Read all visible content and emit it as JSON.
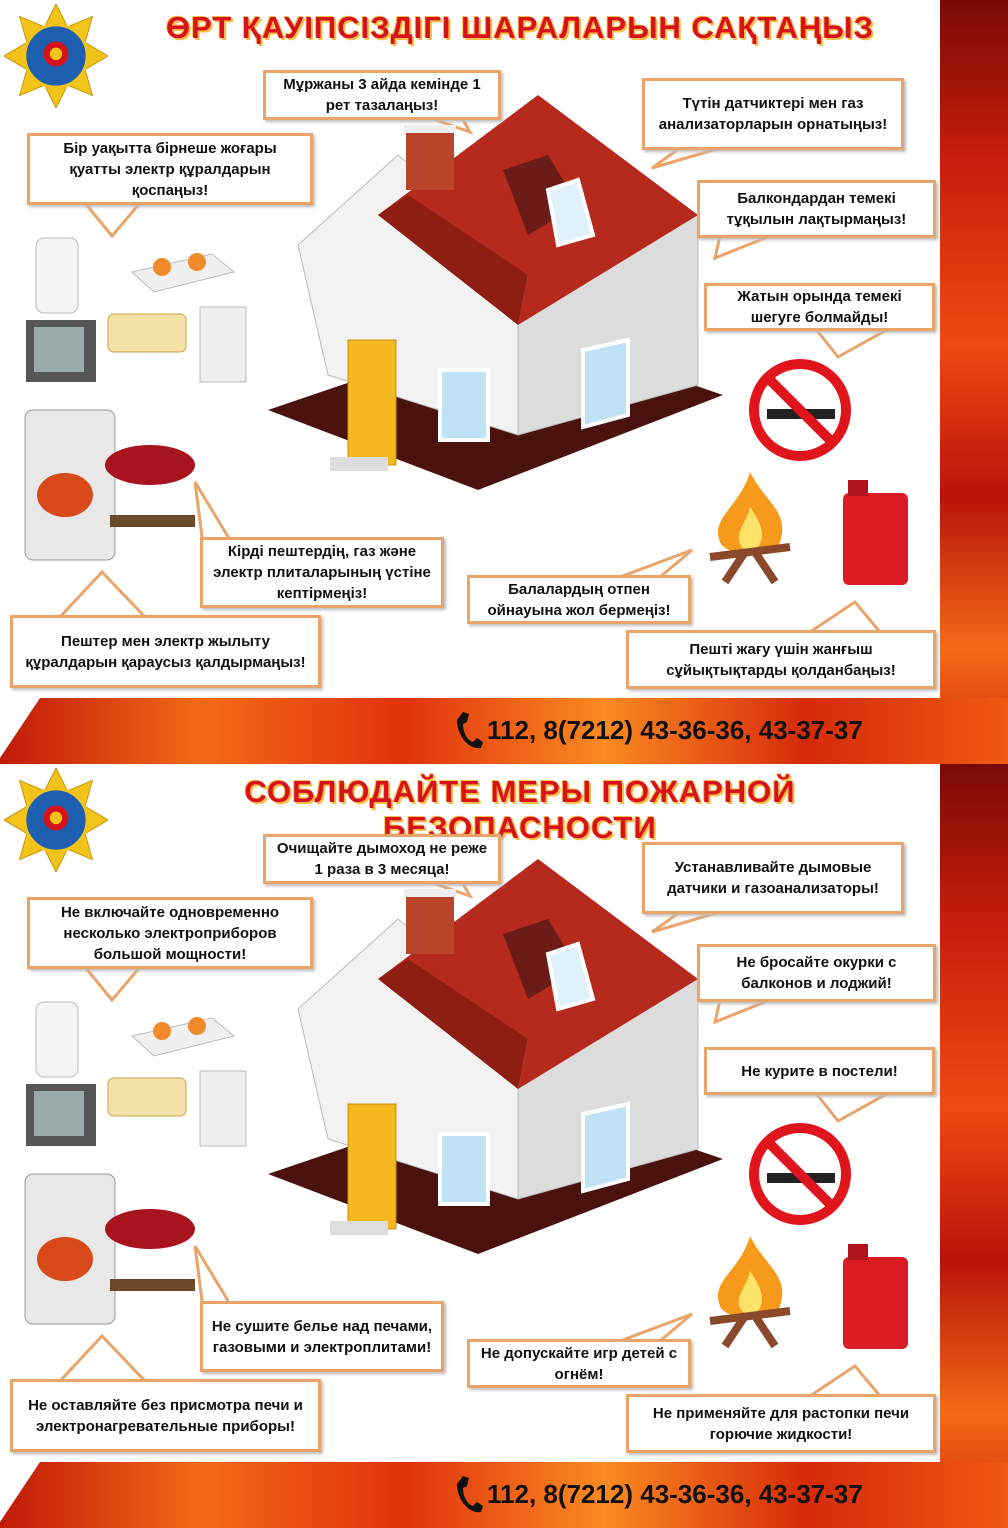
{
  "panels": [
    {
      "lang": "kk",
      "title": "ӨРТ ҚАУІПСІЗДІГІ ШАРАЛАРЫН САҚТАҢЫЗ",
      "tips": {
        "chimney": "Мұржаны 3 айда кемінде 1 рет тазалаңыз!",
        "appliances": "Бір уақытта бірнеше жоғары қуатты электр құралдарын қоспаңыз!",
        "detectors": "Түтін датчиктері мен газ анализаторларын орнатыңыз!",
        "balcony": "Балкондардан темекі тұқылын лақтырмаңыз!",
        "bed": "Жатын орында темекі шегуге болмайды!",
        "drying": "Кірді пештердің, газ және электр плиталарының үстіне кептірмеңіз!",
        "children": "Балалардың отпен ойнауына жол бермеңіз!",
        "unattended": "Пештер мен электр жылыту құралдарын қараусыз қалдырмаңыз!",
        "liquids": "Пешті жағу үшін жанғыш сұйықтықтарды қолданбаңыз!"
      },
      "phone": "112, 8(7212) 43-36-36, 43-37-37"
    },
    {
      "lang": "ru",
      "title": "СОБЛЮДАЙТЕ МЕРЫ ПОЖАРНОЙ БЕЗОПАСНОСТИ",
      "tips": {
        "chimney": "Очищайте дымоход не реже 1 раза в 3 месяца!",
        "appliances": "Не включайте одновременно несколько электроприборов большой мощности!",
        "detectors": "Устанавливайте дымовые датчики и газоанализаторы!",
        "balcony": "Не бросайте окурки с балконов и лоджий!",
        "bed": "Не курите в постели!",
        "drying": "Не сушите белье над печами, газовыми и электроплитами!",
        "children": "Не допускайте игр детей с огнём!",
        "unattended": "Не оставляйте без присмотра печи и электронагревательные приборы!",
        "liquids": "Не применяйте для растопки печи горючие жидкости!"
      },
      "phone": "112, 8(7212) 43-36-36, 43-37-37"
    }
  ],
  "colors": {
    "title": "#d8121b",
    "callout_border": "#e9a46a",
    "roof": "#b52a1c",
    "door": "#f5b820",
    "flame": "#f04a12"
  },
  "icons": [
    "emblem-icon",
    "house-illustration",
    "appliances-illustration",
    "stove-illustration",
    "no-smoking-icon",
    "campfire-icon",
    "jerrycan-icon",
    "phone-icon"
  ]
}
